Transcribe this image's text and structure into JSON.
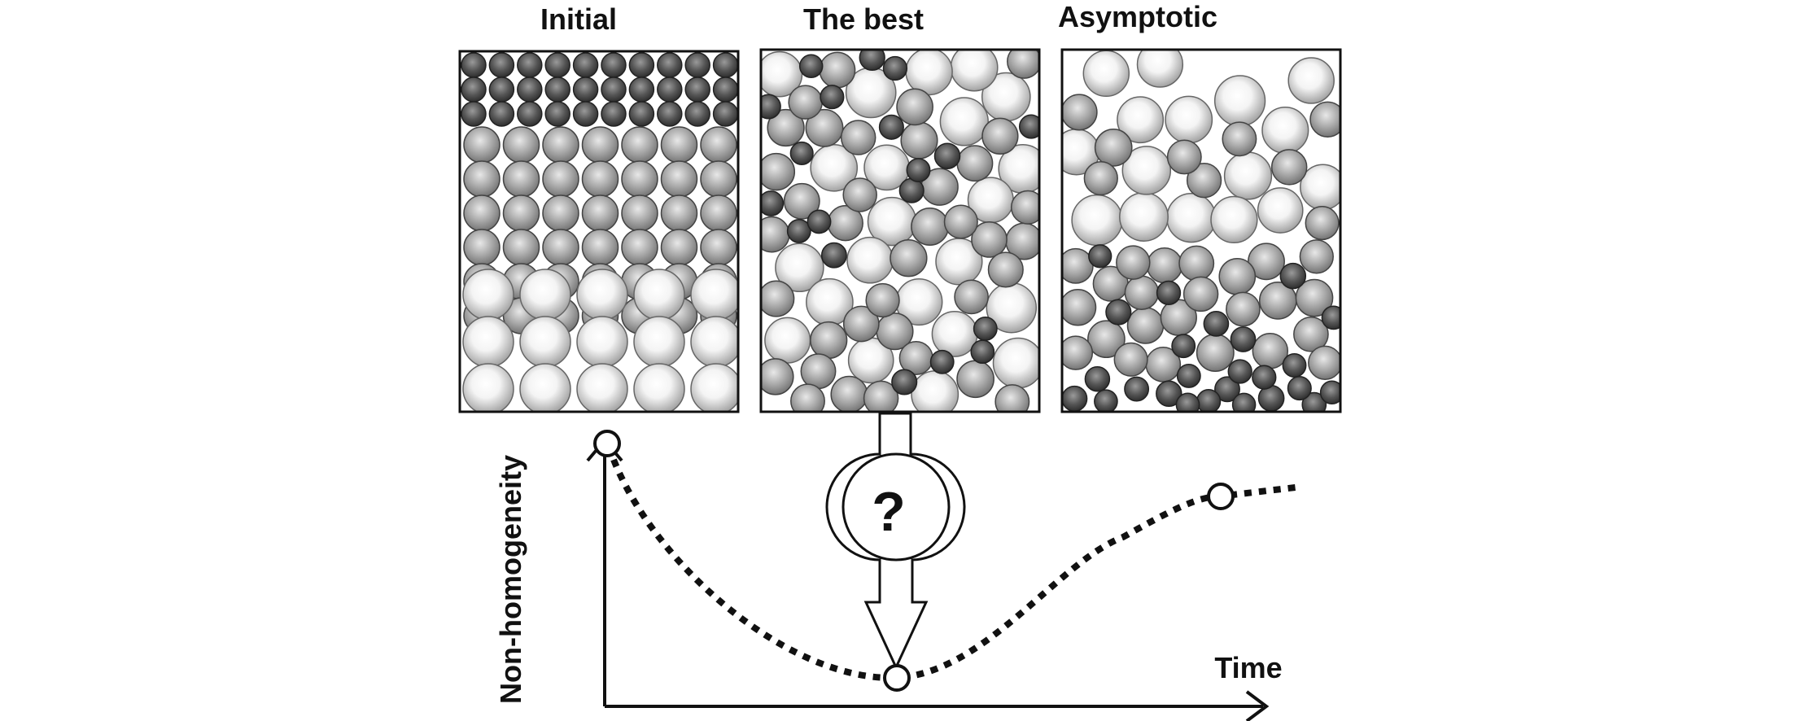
{
  "panels": [
    {
      "key": "initial",
      "title": "Initial"
    },
    {
      "key": "best",
      "title": "The best"
    },
    {
      "key": "asymptotic",
      "title": "Asymptotic"
    }
  ],
  "axes": {
    "y_label": "Non-homogeneity",
    "x_label": "Time"
  },
  "unknown_marker": "?",
  "colors": {
    "outline": "#111111",
    "particle_dark": "#3f3f3f",
    "particle_medium": "#8c8c8c",
    "particle_light": "#e6e6e6"
  }
}
